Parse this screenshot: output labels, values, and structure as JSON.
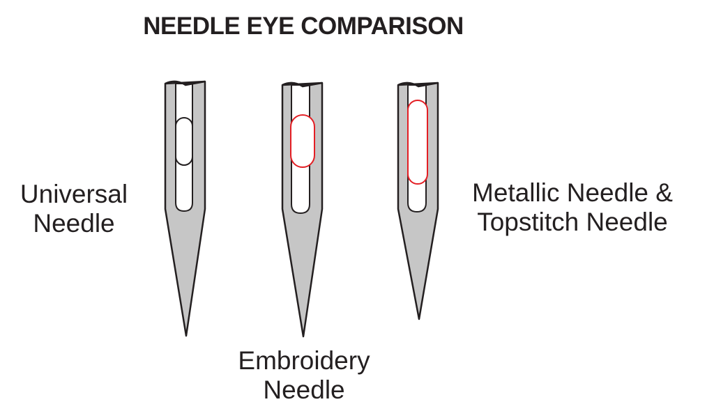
{
  "title": "NEEDLE EYE COMPARISON",
  "colors": {
    "needle_fill": "#c6c6c6",
    "needle_stroke": "#231f20",
    "eye_highlight": "#e31e24",
    "text": "#231f20"
  },
  "needles": [
    {
      "label_lines": [
        "Universal",
        "Needle"
      ],
      "eye_highlighted": false
    },
    {
      "label_lines": [
        "Embroidery",
        "Needle"
      ],
      "eye_highlighted": true
    },
    {
      "label_lines": [
        "Metallic Needle &",
        "Topstitch Needle"
      ],
      "eye_highlighted": true
    }
  ]
}
